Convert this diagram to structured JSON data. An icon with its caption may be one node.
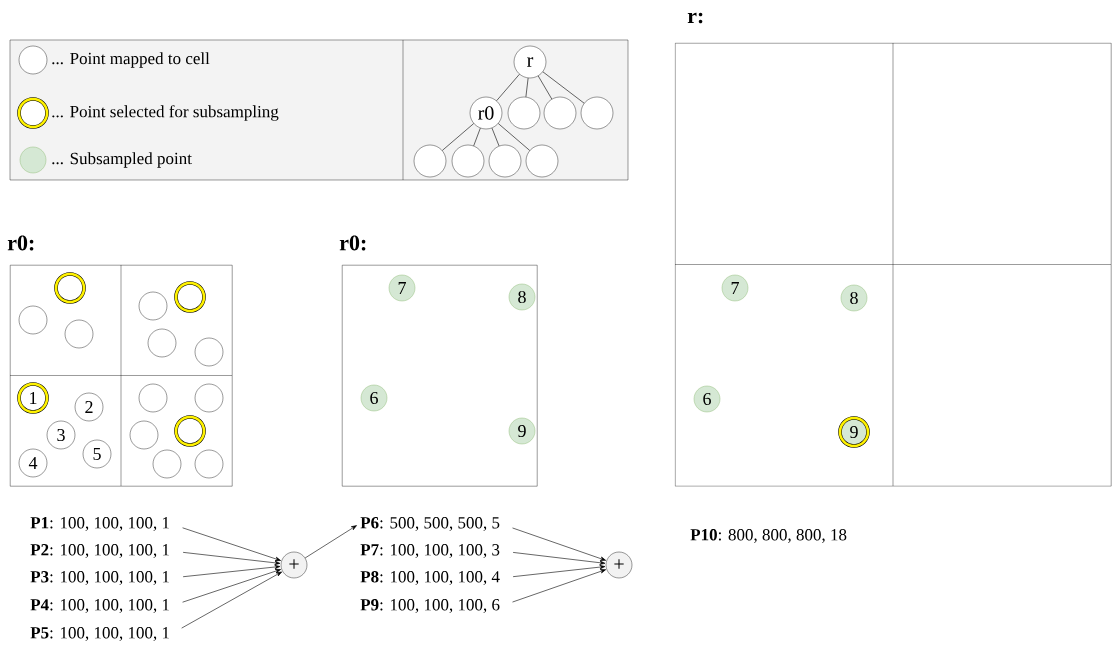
{
  "diagram": {
    "nodes": [
      {
        "text": [
          "r"
        ]
      },
      {
        "text": [
          "r0"
        ]
      },
      {
        "text": [],
        "shape": "circle"
      },
      {
        "text": [],
        "shape": "circle"
      },
      {
        "text": [],
        "shape": "circle"
      },
      {
        "text": [],
        "shape": "circle"
      },
      {
        "text": [],
        "shape": "circle"
      },
      {
        "text": [],
        "shape": "circle"
      },
      {
        "text": [],
        "shape": "circle"
      },
      {
        "text": [
          "r0:"
        ]
      },
      {
        "text": [],
        "shape": "circle",
        "in": 9
      },
      {
        "text": [],
        "shape": "circle",
        "in": 9
      },
      {
        "text": [],
        "shape": "circle",
        "in": 9
      },
      {
        "text": [],
        "shape": "circle",
        "in": 9
      },
      {
        "text": [],
        "shape": "circle",
        "in": 9
      },
      {
        "text": [],
        "shape": "circle",
        "in": 9
      },
      {
        "text": [],
        "shape": "circle",
        "in": 9
      },
      {
        "text": [
          "1"
        ],
        "in": 9
      },
      {
        "text": [
          "2"
        ],
        "in": 9
      },
      {
        "text": [
          "3"
        ],
        "in": 9
      },
      {
        "text": [
          "4"
        ],
        "in": 9
      },
      {
        "text": [
          "5"
        ],
        "in": 9
      },
      {
        "text": [],
        "shape": "circle",
        "in": 9
      },
      {
        "text": [],
        "shape": "circle",
        "in": 9
      },
      {
        "text": [],
        "shape": "circle",
        "in": 9
      },
      {
        "text": [],
        "shape": "circle",
        "in": 9
      },
      {
        "text": [],
        "shape": "circle",
        "in": 9
      },
      {
        "text": [],
        "shape": "circle",
        "in": 9
      },
      {
        "text": [
          "r0:"
        ]
      },
      {
        "text": [
          "7"
        ],
        "in": 28
      },
      {
        "text": [
          "8"
        ],
        "in": 28
      },
      {
        "text": [
          "6"
        ],
        "in": 28
      },
      {
        "text": [
          "9"
        ],
        "in": 28
      },
      {
        "text": [
          "r:"
        ]
      },
      {
        "text": [
          "7"
        ],
        "in": 33
      },
      {
        "text": [
          "8"
        ],
        "in": 33
      },
      {
        "text": [
          "6"
        ],
        "in": 33
      },
      {
        "text": [
          "9"
        ],
        "in": 33
      },
      {
        "text": [
          "**P1**: 100, 100, 100, 1"
        ]
      },
      {
        "text": [
          "**P2**: 100, 100, 100, 1"
        ]
      },
      {
        "text": [
          "**P3**: 100, 100, 100, 1"
        ]
      },
      {
        "text": [
          "**P4**: 100, 100, 100, 1"
        ]
      },
      {
        "text": [
          "**P5**: 100, 100, 100, 1"
        ]
      },
      {
        "text": [
          "+"
        ]
      },
      {
        "text": [
          "**P6**: 500, 500, 500, 5"
        ]
      },
      {
        "text": [
          "**P7**: 100, 100, 100, 3"
        ]
      },
      {
        "text": [
          "**P8**: 100, 100, 100, 4"
        ]
      },
      {
        "text": [
          "**P9**: 100, 100, 100, 6"
        ]
      },
      {
        "text": [
          "+"
        ]
      }
    ],
    "edges": [
      {
        "from": 0,
        "to": 1,
        "arrow": "none"
      },
      {
        "from": 0,
        "to": 2,
        "arrow": "none"
      },
      {
        "from": 0,
        "to": 3,
        "arrow": "none"
      },
      {
        "from": 0,
        "to": 4,
        "arrow": "none"
      },
      {
        "from": 1,
        "to": 5,
        "arrow": "none"
      },
      {
        "from": 1,
        "to": 6,
        "arrow": "none"
      },
      {
        "from": 1,
        "to": 7,
        "arrow": "none"
      },
      {
        "from": 1,
        "to": 8,
        "arrow": "none"
      },
      {
        "from": 38,
        "to": 43,
        "arrow": "to"
      },
      {
        "from": 39,
        "to": 43,
        "arrow": "to"
      },
      {
        "from": 40,
        "to": 43,
        "arrow": "to"
      },
      {
        "from": 41,
        "to": 43,
        "arrow": "to"
      },
      {
        "from": 42,
        "to": 43,
        "arrow": "to"
      },
      {
        "from": 43,
        "to": 44,
        "arrow": "to"
      },
      {
        "from": 44,
        "to": 48,
        "arrow": "to"
      },
      {
        "from": 45,
        "to": 48,
        "arrow": "to"
      },
      {
        "from": 46,
        "to": 48,
        "arrow": "to"
      },
      {
        "from": 47,
        "to": 48,
        "arrow": "to"
      }
    ],
    "labels": [
      "**P10**: 800, 800, 800, 18"
    ],
    "legend": [
      {
        "text": "... Point mapped to cell"
      },
      {
        "text": "... Point selected for subsampling"
      },
      {
        "text": "... Subsampled point",
        "color": "#d5e8d4"
      }
    ]
  }
}
